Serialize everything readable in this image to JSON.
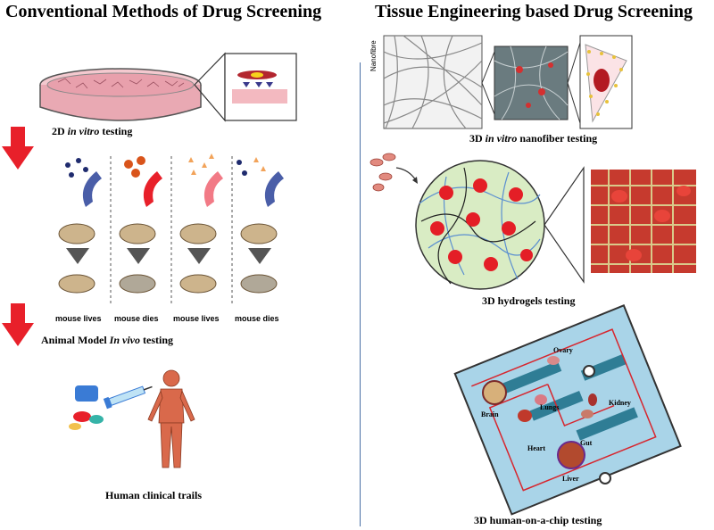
{
  "left": {
    "title": "Conventional Methods of Drug Screening",
    "caption_2d_prefix": "2D ",
    "caption_2d_italic": "in vitro",
    "caption_2d_suffix": " testing",
    "mouse_labels": [
      "mouse lives",
      "mouse dies",
      "mouse lives",
      "mouse dies"
    ],
    "caption_animal_prefix": "Animal Model ",
    "caption_animal_italic": "In vivo",
    "caption_animal_suffix": " testing",
    "caption_human": "Human clinical trails"
  },
  "right": {
    "title": "Tissue Engineering based Drug Screening",
    "nanofibre_label": "Nanofibre",
    "caption_nano_prefix": "3D ",
    "caption_nano_italic": "in vitro",
    "caption_nano_suffix": " nanofiber testing",
    "caption_hydrogel": "3D hydrogels testing",
    "chip_organs": {
      "ovary": "Ovary",
      "brain": "Brain",
      "lungs": "Lungs",
      "kidney": "Kidney",
      "heart": "Heart",
      "gut": "Gut",
      "liver": "Liver"
    },
    "caption_chip": "3D human-on-a-chip testing"
  },
  "colors": {
    "arrow_red": "#e8202a",
    "divider": "#4a6fa5",
    "chip_bg": "#a9d4e8",
    "chip_channel": "#2f7d95",
    "hydrogel_bg": "#d9ecc4",
    "cell_red": "#e41e26",
    "mouse_tan": "#cdb48c"
  }
}
